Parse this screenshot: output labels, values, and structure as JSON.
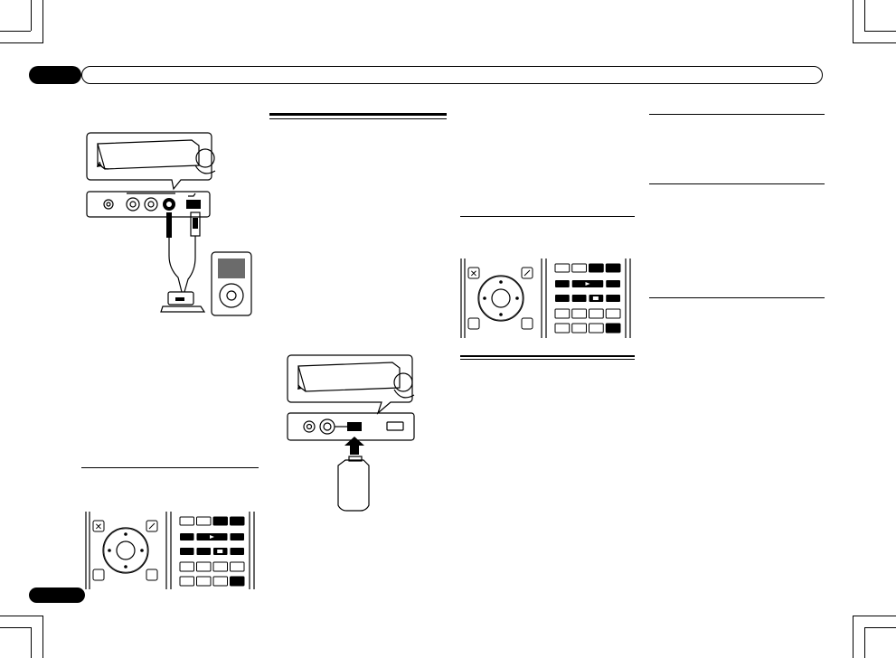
{
  "page": {
    "header": {
      "chapter_tab": "",
      "title": ""
    },
    "footer": {
      "page_tab": ""
    }
  },
  "figures": {
    "ipod_connection": {
      "name": "ipod-connection-figure"
    },
    "usb_connection": {
      "name": "usb-connection-figure"
    },
    "remote_left": {
      "name": "remote-control-figure-left"
    },
    "remote_right": {
      "name": "remote-control-figure-right"
    }
  },
  "colors": {
    "ink": "#000000",
    "paper": "#ffffff",
    "screen_gray": "#6b6b6b",
    "button_fill": "#ffffff"
  }
}
